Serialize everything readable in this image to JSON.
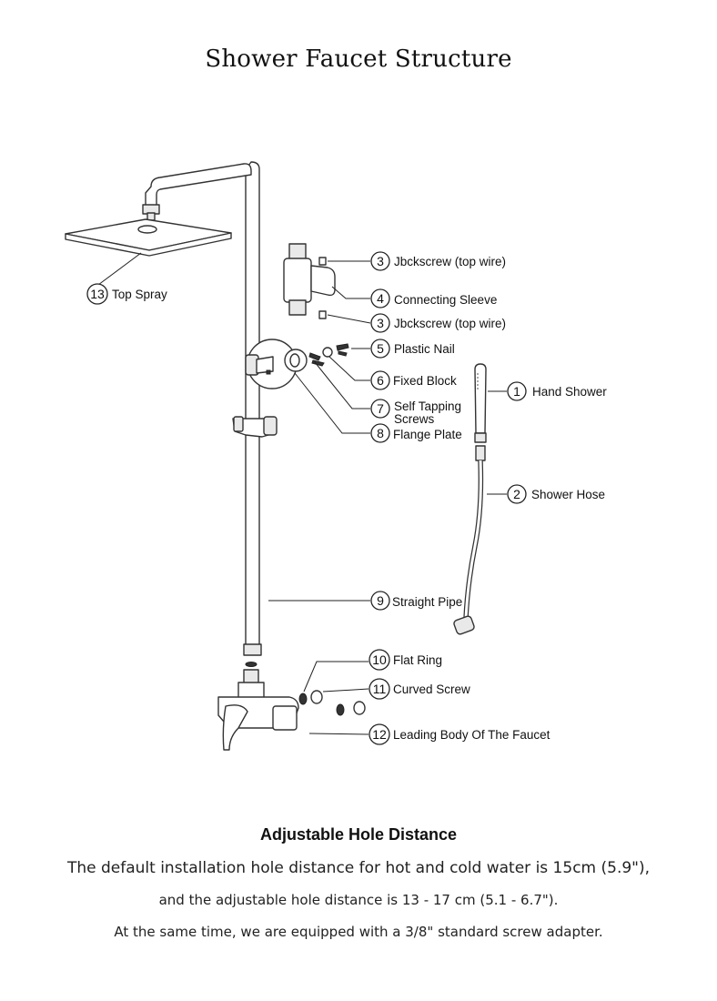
{
  "title": "Shower Faucet Structure",
  "parts": [
    {
      "number": "13",
      "label": "Top Spray"
    },
    {
      "number": "3",
      "label": "Jbckscrew (top wire)"
    },
    {
      "number": "4",
      "label": "Connecting Sleeve"
    },
    {
      "number": "3",
      "label": "Jbckscrew (top wire)"
    },
    {
      "number": "5",
      "label": "Plastic Nail"
    },
    {
      "number": "6",
      "label": "Fixed Block"
    },
    {
      "number": "1",
      "label": "Hand Shower"
    },
    {
      "number": "7",
      "label_line1": "Self Tapping",
      "label_line2": "Screws"
    },
    {
      "number": "8",
      "label": "Flange Plate"
    },
    {
      "number": "2",
      "label": "Shower Hose"
    },
    {
      "number": "9",
      "label": "Straight Pipe"
    },
    {
      "number": "10",
      "label": "Flat Ring"
    },
    {
      "number": "11",
      "label": "Curved Screw"
    },
    {
      "number": "12",
      "label": "Leading Body Of The Faucet"
    }
  ],
  "footer": {
    "heading": "Adjustable Hole Distance",
    "line1": "The default installation hole distance for hot and cold water is 15cm (5.9\"),",
    "line2": "and the adjustable hole distance is 13 - 17 cm (5.1 - 6.7\").",
    "line3": "At the same time, we are equipped with a 3/8\" standard screw adapter."
  }
}
